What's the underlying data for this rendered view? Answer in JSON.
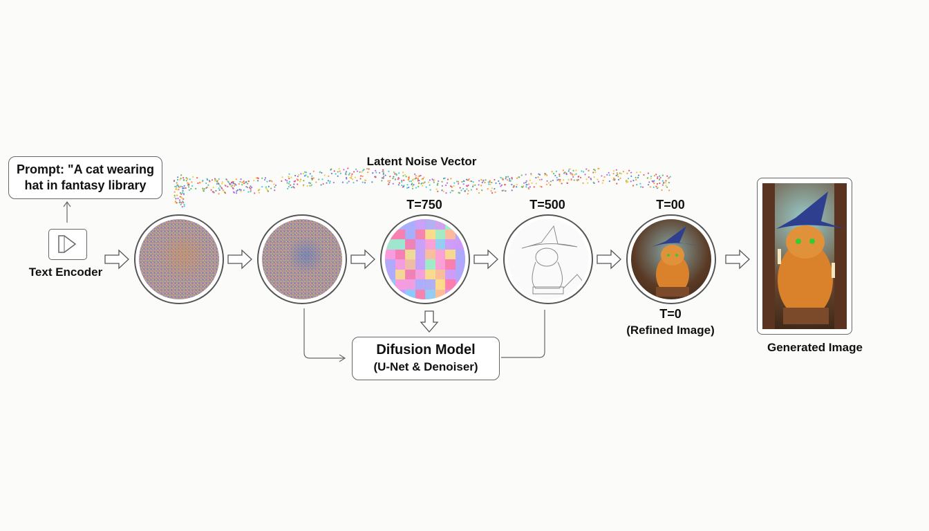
{
  "prompt": {
    "line1": "Prompt: \"A cat wearing",
    "line2": "hat in fantasy library"
  },
  "text_encoder": {
    "label": "Text Encoder",
    "icon": "play-icon"
  },
  "latent_noise_label": "Latent Noise Vector",
  "steps": [
    {
      "label": ""
    },
    {
      "label": ""
    },
    {
      "label": "T=750"
    },
    {
      "label": "T=500"
    },
    {
      "label": "T=00"
    }
  ],
  "final_step": {
    "t": "T=0",
    "desc": "(Refined Image)"
  },
  "model": {
    "title": "Difusion Model",
    "subtitle": "(U-Net & Denoiser)"
  },
  "output": {
    "label": "Generated Image"
  },
  "colors": {
    "stroke": "#555555",
    "cat": "#d9822b",
    "hat": "#2f3f8f"
  }
}
